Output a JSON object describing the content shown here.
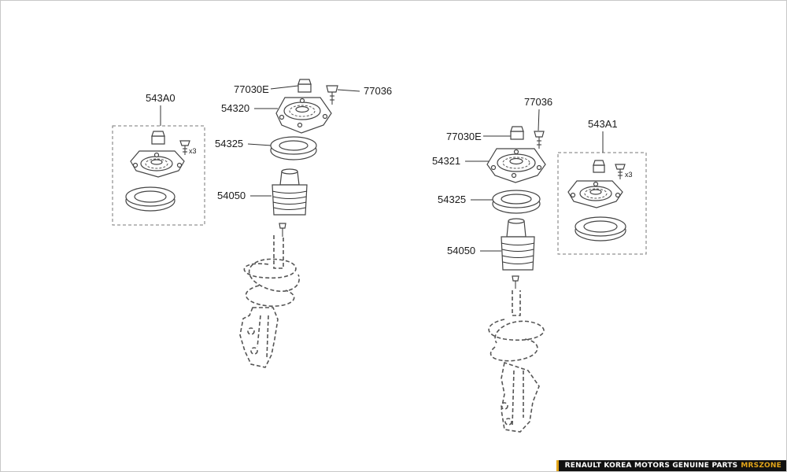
{
  "labels": {
    "kit_left": "543A0",
    "nut_left": "77030E",
    "bolt_left": "77036",
    "mount_left": "54320",
    "bearing_left": "54325",
    "bumper_left": "54050",
    "qty_left": "x3",
    "bolt_right": "77036",
    "kit_right": "543A1",
    "nut_right": "77030E",
    "mount_right": "54321",
    "bearing_right": "54325",
    "bumper_right": "54050",
    "qty_right": "x3"
  },
  "footer": {
    "brand": "RENAULT KOREA MOTORS GENUINE PARTS",
    "site": "MRSZONE"
  },
  "colors": {
    "accent": "#e2a51a",
    "footer_bg": "#111111"
  }
}
